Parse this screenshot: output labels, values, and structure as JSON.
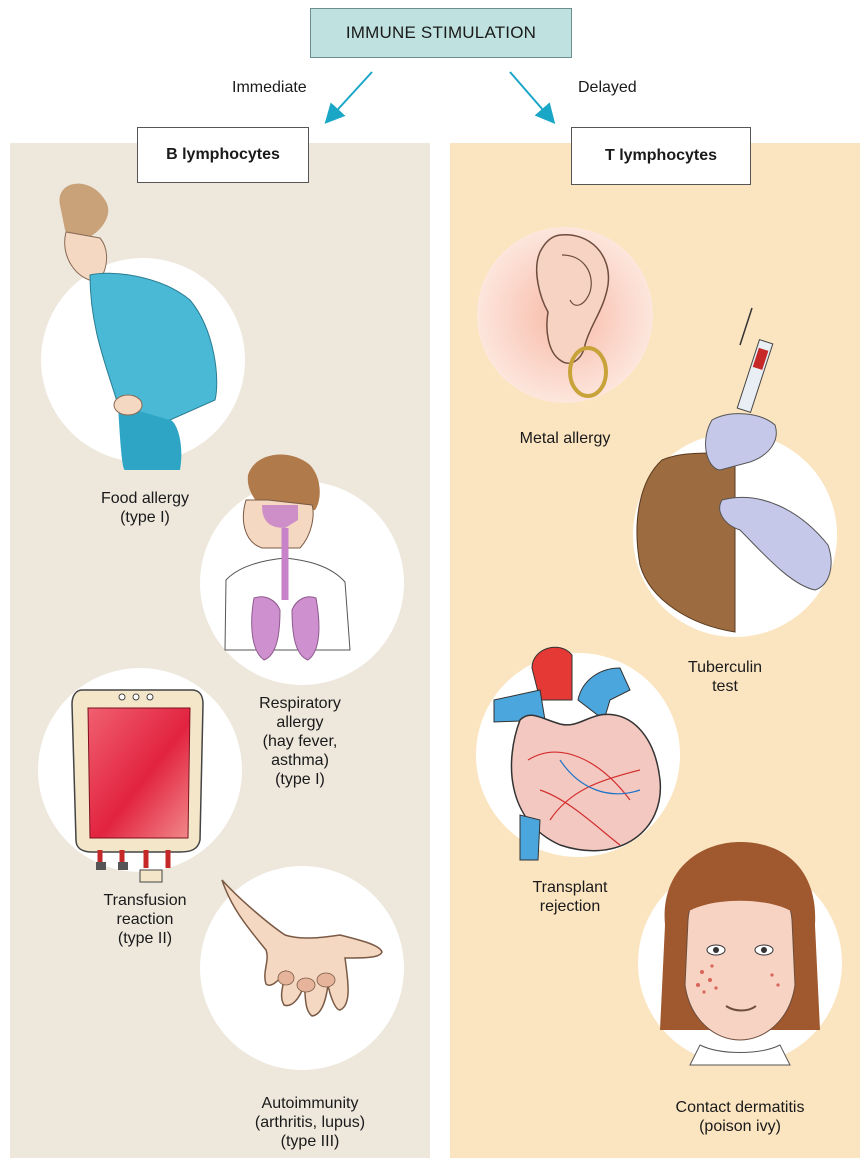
{
  "top": {
    "title": "IMMUNE STIMULATION"
  },
  "branches": {
    "left": "Immediate",
    "right": "Delayed"
  },
  "colors": {
    "panel_left": "#ede7dc",
    "panel_right": "#fbe5c1",
    "top_box": "#bfe2e0",
    "arrow": "#1aa7c7"
  },
  "left_panel": {
    "header": "B lymphocytes",
    "items": [
      {
        "label": "Food allergy\n(type I)",
        "icon": "boy-bending-icon"
      },
      {
        "label": "Respiratory\nallergy\n(hay fever,\nasthma)\n(type I)",
        "icon": "child-respiratory-icon"
      },
      {
        "label": "Transfusion\nreaction\n(type II)",
        "icon": "blood-bag-icon"
      },
      {
        "label": "Autoimmunity\n(arthritis, lupus)\n(type III)",
        "icon": "arthritic-hand-icon"
      }
    ]
  },
  "right_panel": {
    "header": "T lymphocytes",
    "items": [
      {
        "label": "Metal allergy",
        "icon": "ear-earring-icon"
      },
      {
        "label": "Tuberculin\ntest",
        "icon": "syringe-injection-icon"
      },
      {
        "label": "Transplant\nrejection",
        "icon": "heart-icon"
      },
      {
        "label": "Contact dermatitis\n(poison ivy)",
        "icon": "girl-face-rash-icon"
      }
    ]
  }
}
